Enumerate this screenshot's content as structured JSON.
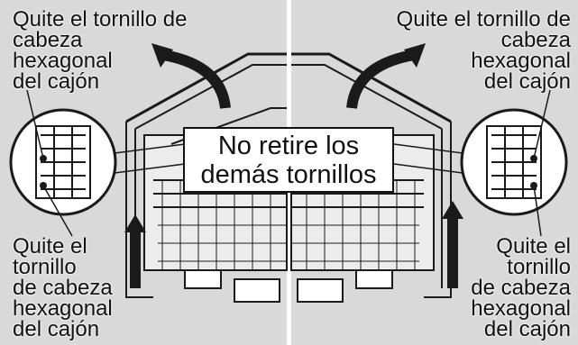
{
  "panels": {
    "left": {
      "top_label": "Quite el tornillo de\ncabeza\nhexagonal\ndel cajón",
      "bottom_label": "Quite el\ntornillo\nde cabeza\nhexagonal\ndel cajón"
    },
    "right": {
      "top_label": "Quite el tornillo de\ncabeza\nhexagonal\ndel cajón",
      "bottom_label": "Quite el\ntornillo\nde cabeza\nhexagonal\ndel cajón"
    }
  },
  "callout": {
    "line1": "No retire los",
    "line2": "demás tornillos"
  },
  "colors": {
    "panel_bg": "#d9d9d9",
    "line": "#1a1a1a",
    "divider": "#ffffff"
  }
}
